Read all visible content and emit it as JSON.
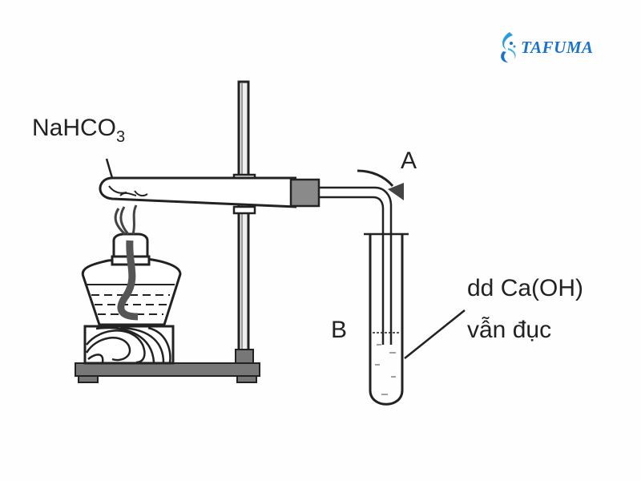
{
  "logo": {
    "text": "TAFUMA",
    "icon": "water-splash-icon",
    "color": "#1a73c8"
  },
  "labels": {
    "reactant": "NaHCO",
    "reactant_subscript": "3",
    "arrow_label": "A",
    "tube_label": "B",
    "solution_line1": "dd Ca(OH)",
    "solution_line2": "vẫn đục"
  },
  "colors": {
    "stroke": "#222222",
    "fill_gray": "#777777",
    "stopper": "#8a8a8a"
  }
}
